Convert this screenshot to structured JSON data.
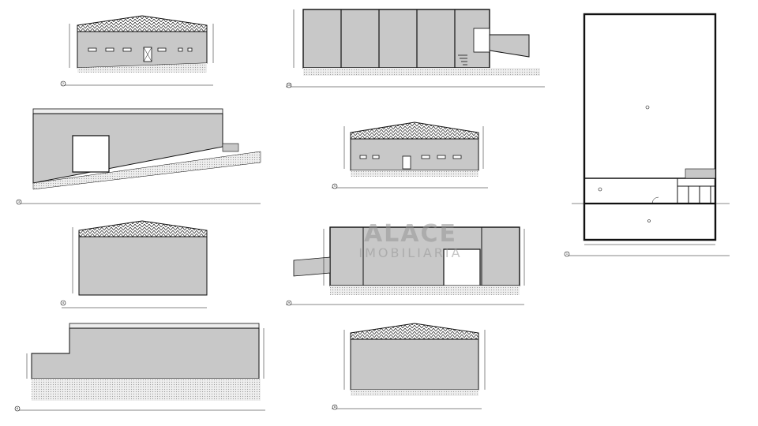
{
  "watermark": {
    "line1": "ALACE",
    "line2": "IMOBILIARIA"
  },
  "colors": {
    "line": "#111111",
    "hatch": "#8a8a8a",
    "wall_fill": "#d9d9d9",
    "ground": "#bdbdbd"
  },
  "drawing_numbers": [
    "2",
    "10",
    "1",
    "3",
    "4",
    "9",
    "5",
    "6",
    "8"
  ]
}
